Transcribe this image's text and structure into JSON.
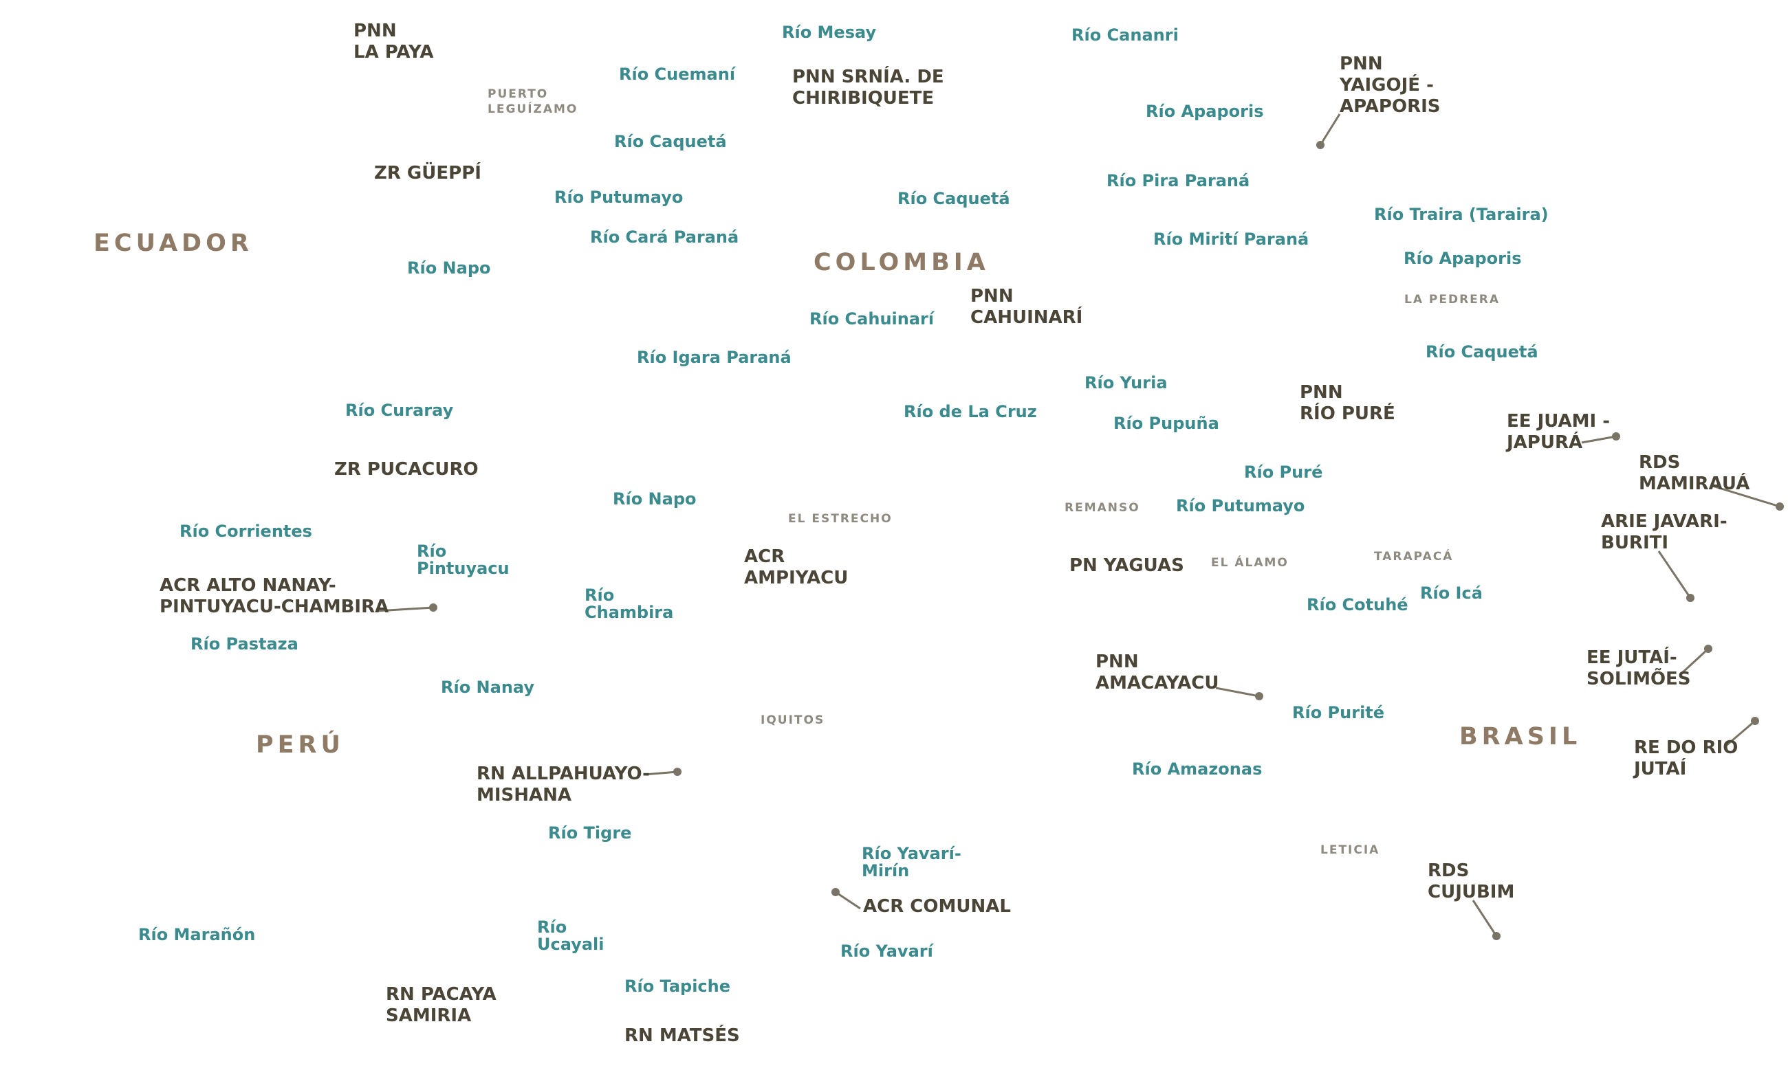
{
  "countries": [
    {
      "id": "ecuador",
      "text": "ECUADOR"
    },
    {
      "id": "colombia",
      "text": "COLOMBIA"
    },
    {
      "id": "peru",
      "text": "PERÚ"
    },
    {
      "id": "brasil",
      "text": "BRASIL"
    }
  ],
  "protected_areas": [
    {
      "id": "pnn-la-paya",
      "text": "PNN\nLA PAYA"
    },
    {
      "id": "pnn-chiribiquete",
      "text": "PNN SRNÍA. DE\nCHIRIBIQUETE"
    },
    {
      "id": "pnn-yaigoje",
      "text": "PNN\nYAIGOJÉ -\nAPAPORIS"
    },
    {
      "id": "zr-gueppi",
      "text": "ZR GÜEPPÍ"
    },
    {
      "id": "pnn-cahuinari",
      "text": "PNN\nCAHUINARÍ"
    },
    {
      "id": "pnn-rio-pure",
      "text": "PNN\nRÍO PURÉ"
    },
    {
      "id": "ee-juami",
      "text": "EE JUAMI -\nJAPURÁ"
    },
    {
      "id": "rds-mamiraua",
      "text": "RDS\nMAMIRAUÁ"
    },
    {
      "id": "zr-pucacuro",
      "text": "ZR PUCACURO"
    },
    {
      "id": "arie-javari",
      "text": "ARIE JAVARI-\nBURITI"
    },
    {
      "id": "acr-ampiyacu",
      "text": "ACR\nAMPIYACU"
    },
    {
      "id": "pn-yaguas",
      "text": "PN YAGUAS"
    },
    {
      "id": "acr-alto-nanay",
      "text": "ACR ALTO NANAY-\nPINTUYACU-CHAMBIRA"
    },
    {
      "id": "ee-jutai",
      "text": "EE JUTAÍ-\nSOLIMÕES"
    },
    {
      "id": "pnn-amacayacu",
      "text": "PNN\nAMACAYACU"
    },
    {
      "id": "re-rio-jutai",
      "text": "RE DO RIO\nJUTAÍ"
    },
    {
      "id": "rn-allpahuayo",
      "text": "RN ALLPAHUAYO-\nMISHANA"
    },
    {
      "id": "rds-cujubim",
      "text": "RDS\nCUJUBIM"
    },
    {
      "id": "acr-comunal",
      "text": "ACR COMUNAL"
    },
    {
      "id": "rn-pacaya",
      "text": "RN PACAYA\nSAMIRIA"
    },
    {
      "id": "rn-matses",
      "text": "RN MATSÉS"
    }
  ],
  "rivers": [
    {
      "id": "mesay",
      "text": "Río Mesay"
    },
    {
      "id": "cananri",
      "text": "Río Cananri"
    },
    {
      "id": "cuemani",
      "text": "Río Cuemaní"
    },
    {
      "id": "apaporis-1",
      "text": "Río Apaporis"
    },
    {
      "id": "caqueta-1",
      "text": "Río Caquetá"
    },
    {
      "id": "pira-parana",
      "text": "Río Pira Paraná"
    },
    {
      "id": "putumayo-1",
      "text": "Río Putumayo"
    },
    {
      "id": "caqueta-2",
      "text": "Río Caquetá"
    },
    {
      "id": "traira",
      "text": "Río Traira (Taraira)"
    },
    {
      "id": "cara-parana",
      "text": "Río Cará Paraná"
    },
    {
      "id": "miriti-parana",
      "text": "Río Mirití Paraná"
    },
    {
      "id": "apaporis-2",
      "text": "Río Apaporis"
    },
    {
      "id": "napo-1",
      "text": "Río Napo"
    },
    {
      "id": "cahuinari",
      "text": "Río Cahuinarí"
    },
    {
      "id": "caqueta-3",
      "text": "Río Caquetá"
    },
    {
      "id": "igara-parana",
      "text": "Río Igara Paraná"
    },
    {
      "id": "yuria",
      "text": "Río Yuria"
    },
    {
      "id": "curaray",
      "text": "Río Curaray"
    },
    {
      "id": "de-la-cruz",
      "text": "Río de La Cruz"
    },
    {
      "id": "pupuna",
      "text": "Río Pupuña"
    },
    {
      "id": "pure",
      "text": "Río Puré"
    },
    {
      "id": "napo-2",
      "text": "Río Napo"
    },
    {
      "id": "putumayo-2",
      "text": "Río Putumayo"
    },
    {
      "id": "corrientes",
      "text": "Río Corrientes"
    },
    {
      "id": "pintuyacu",
      "text": "Río\nPintuyacu"
    },
    {
      "id": "chambira",
      "text": "Río\nChambira"
    },
    {
      "id": "ica",
      "text": "Río Icá"
    },
    {
      "id": "cotuhe",
      "text": "Río Cotuhé"
    },
    {
      "id": "pastaza",
      "text": "Río Pastaza"
    },
    {
      "id": "nanay",
      "text": "Río Nanay"
    },
    {
      "id": "purite",
      "text": "Río Purité"
    },
    {
      "id": "amazonas",
      "text": "Río Amazonas"
    },
    {
      "id": "tigre",
      "text": "Río Tigre"
    },
    {
      "id": "yavari-mirin",
      "text": "Río Yavarí-\nMirín"
    },
    {
      "id": "maranon",
      "text": "Río Marañón"
    },
    {
      "id": "ucayali",
      "text": "Río\nUcayali"
    },
    {
      "id": "yavari",
      "text": "Río Yavarí"
    },
    {
      "id": "tapiche",
      "text": "Río Tapiche"
    }
  ],
  "towns": [
    {
      "id": "puerto-leguizamo",
      "text": "PUERTO\nLEGUÍZAMO"
    },
    {
      "id": "la-pedrera",
      "text": "LA PEDRERA"
    },
    {
      "id": "el-estrecho",
      "text": "EL ESTRECHO"
    },
    {
      "id": "remanso",
      "text": "REMANSO"
    },
    {
      "id": "el-alamo",
      "text": "EL ÁLAMO"
    },
    {
      "id": "tarapaca",
      "text": "TARAPACÁ"
    },
    {
      "id": "iquitos",
      "text": "IQUITOS"
    },
    {
      "id": "leticia",
      "text": "LETICIA"
    }
  ],
  "colors": {
    "country": "#8f7a66",
    "area": "#4a4536",
    "river": "#3a8a8e",
    "town": "#8e8a80",
    "leader": "#7a7466"
  }
}
